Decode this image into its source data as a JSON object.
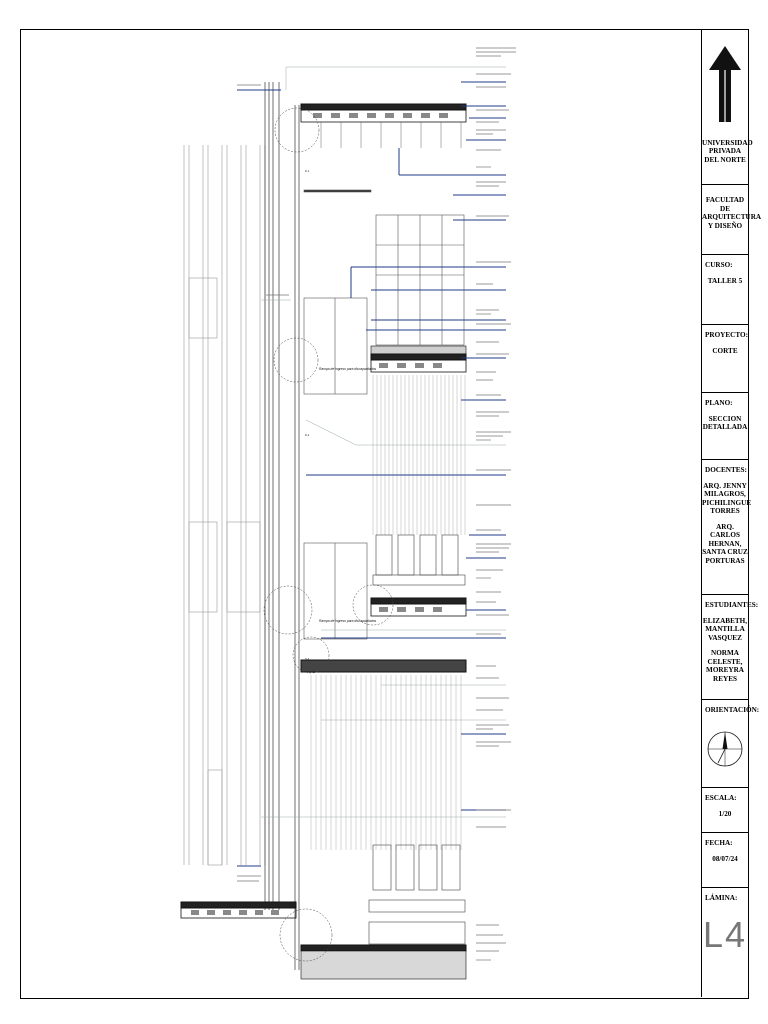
{
  "title_block": {
    "university": "UNIVERSIDAD PRIVADA DEL NORTE",
    "faculty": "FACULTAD DE ARQUITECTURA Y DISEÑO",
    "course_label": "CURSO:",
    "course_value": "TALLER 5",
    "project_label": "PROYECTO:",
    "project_value": "CORTE",
    "plan_label": "PLANO:",
    "plan_value": "SECCION DETALLADA",
    "teachers_label": "DOCENTES:",
    "teacher_1": "ARQ. JENNY MILAGROS, PICHILINGUE TORRES",
    "teacher_2": "ARQ. CARLOS HERNAN, SANTA CRUZ PORTURAS",
    "students_label": "ESTUDIANTES:",
    "student_1": "ELIZABETH, MANTILLA VASQUEZ",
    "student_2": "NORMA CELESTE, MOREYRA REYES",
    "orientation_label": "ORIENTACIÓN:",
    "scale_label": "ESCALA:",
    "scale_value": "1/20",
    "date_label": "FECHA:",
    "date_value": "08/07/24",
    "sheet_label": "LÁMINA:",
    "sheet_value": "L4"
  },
  "drawing": {
    "room_label_1": "Rampa de ingreso para discapacitados",
    "room_label_2": "Rampa de ingreso para discapacitados",
    "detail_marks": [
      "D-1",
      "D-2",
      "D-3"
    ],
    "accent_color": "#1f3b8a"
  }
}
